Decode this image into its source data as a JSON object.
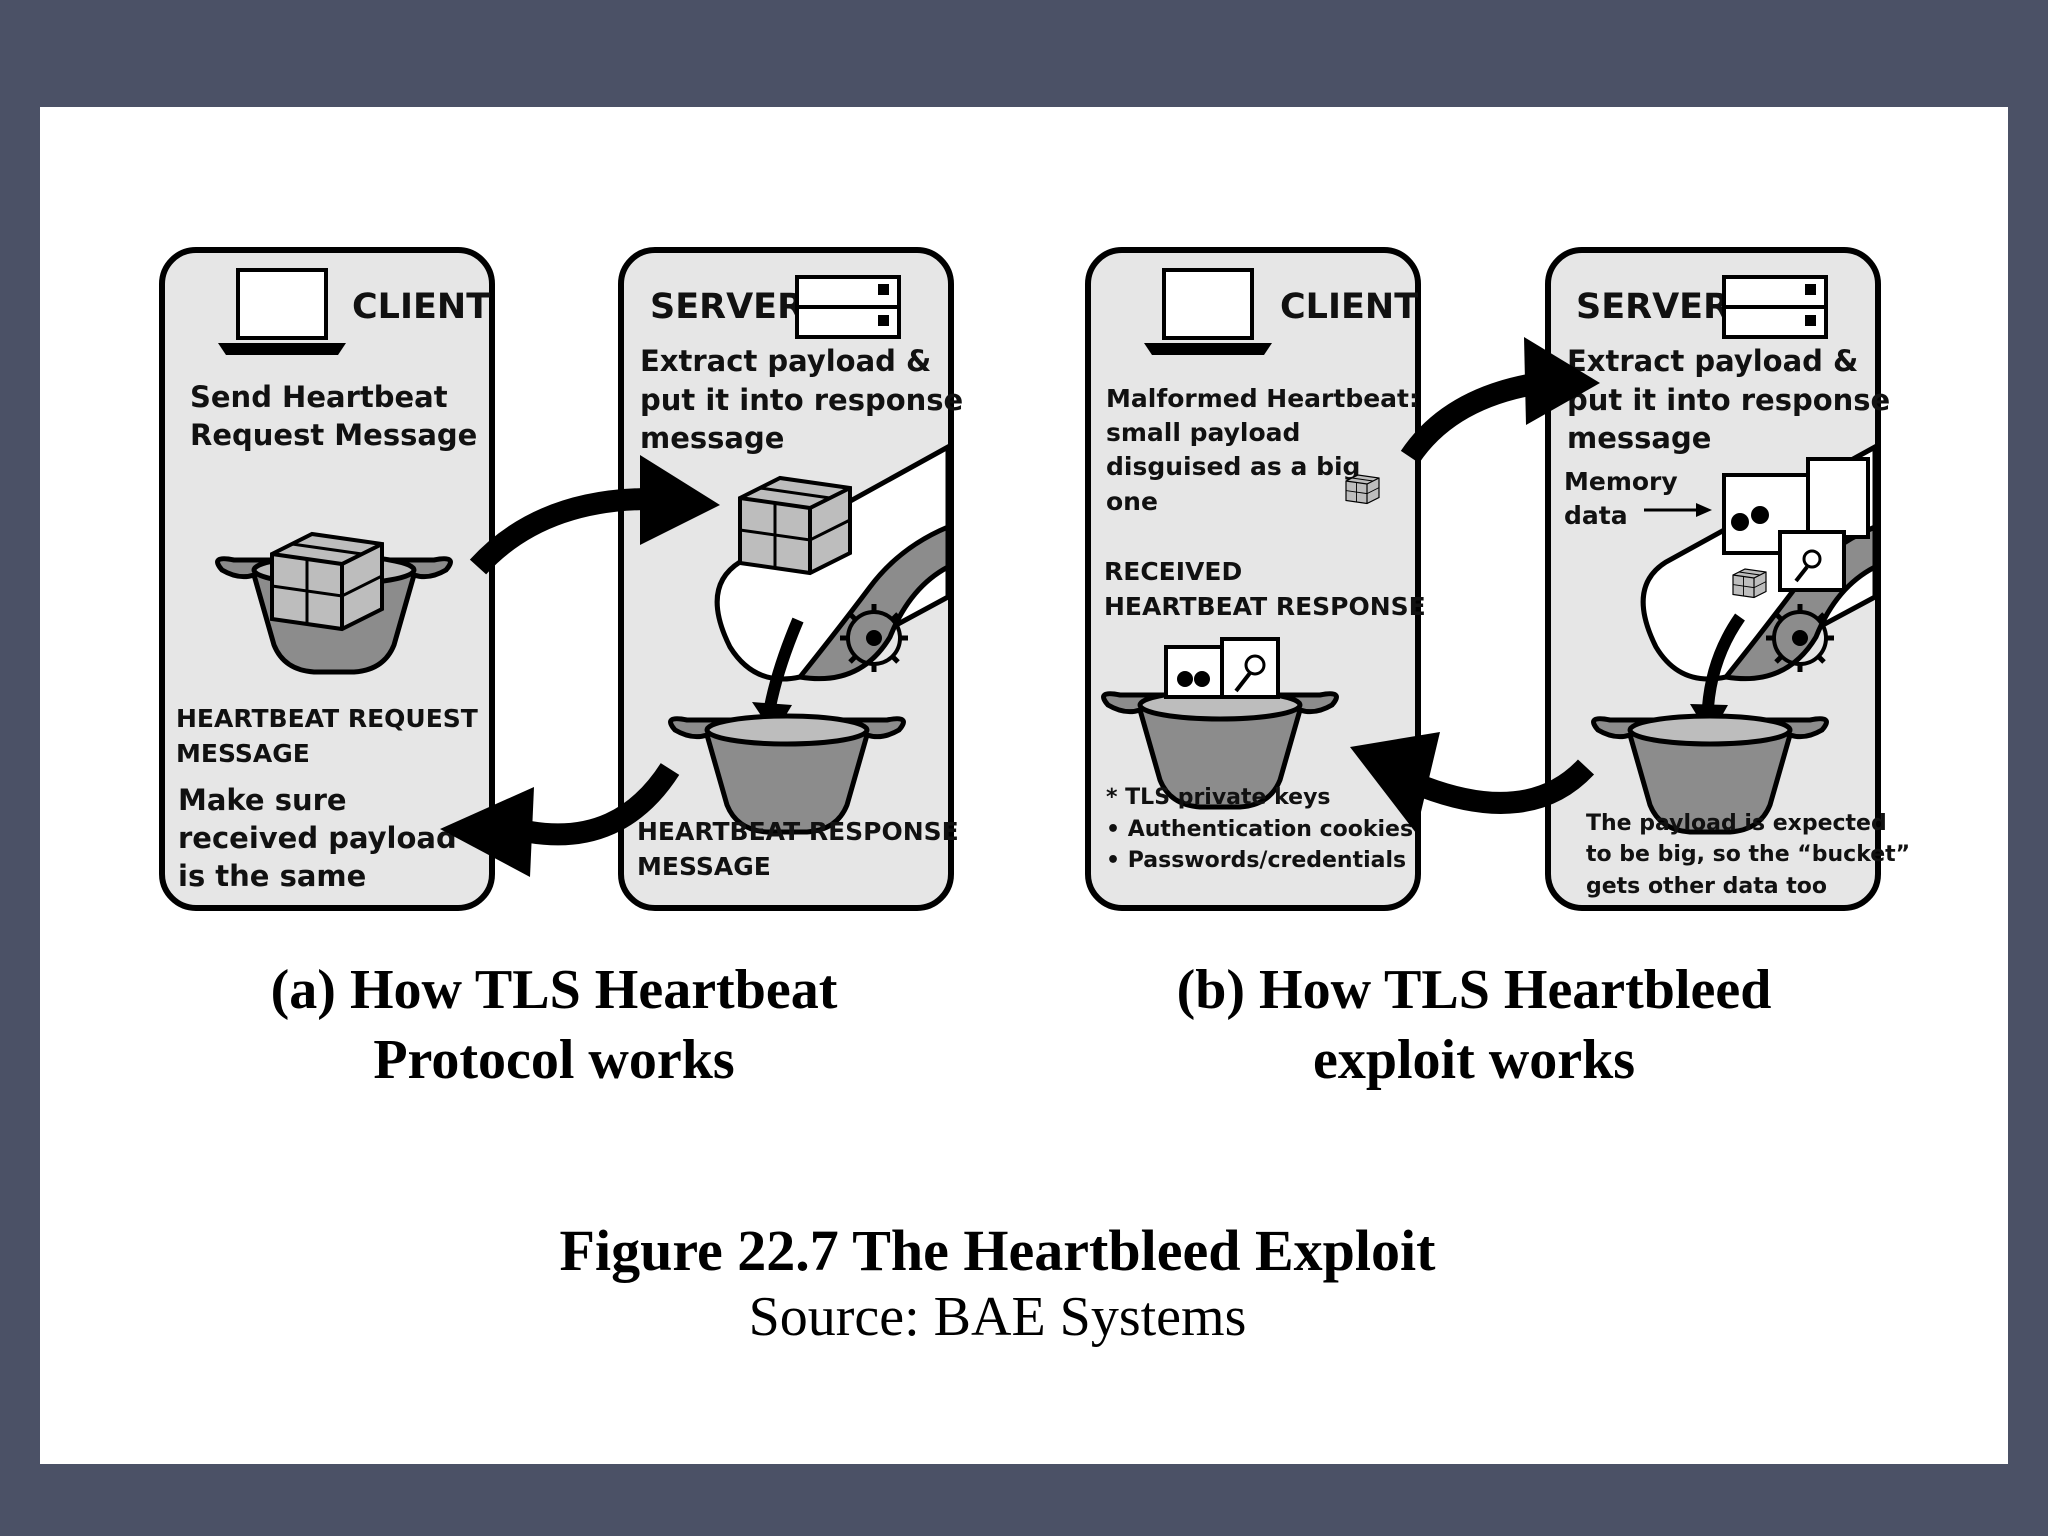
{
  "panel_a": {
    "client_title": "CLIENT",
    "client_text": [
      "Send Heartbeat",
      "Request Message"
    ],
    "client_label": [
      "HEARTBEAT REQUEST",
      "MESSAGE"
    ],
    "client_check": [
      "Make sure",
      "received payload",
      "is the same"
    ],
    "server_title": "SERVER",
    "server_text": [
      "Extract payload &",
      "put it into response",
      "message"
    ],
    "server_label": [
      "HEARTBEAT RESPONSE",
      "MESSAGE"
    ],
    "caption": [
      "(a) How TLS Heartbeat",
      "Protocol works"
    ]
  },
  "panel_b": {
    "client_title": "CLIENT",
    "client_text": [
      "Malformed Heartbeat:",
      "small payload",
      "disguised as a big",
      "one"
    ],
    "client_label": [
      "RECEIVED",
      "HEARTBEAT RESPONSE"
    ],
    "leaked": [
      "* TLS private keys",
      "• Authentication cookies",
      "• Passwords/credentials"
    ],
    "server_title": "SERVER",
    "server_text": [
      "Extract payload &",
      "put it into response",
      "message"
    ],
    "memory_label": [
      "Memory",
      "data"
    ],
    "server_note": [
      "The payload is expected",
      "to be big, so the “bucket”",
      "gets other data too"
    ],
    "caption": [
      "(b) How TLS Heartbleed",
      "exploit works"
    ]
  },
  "figure": {
    "title": "Figure 22.7  The Heartbleed Exploit",
    "source": "Source: BAE Systems"
  }
}
